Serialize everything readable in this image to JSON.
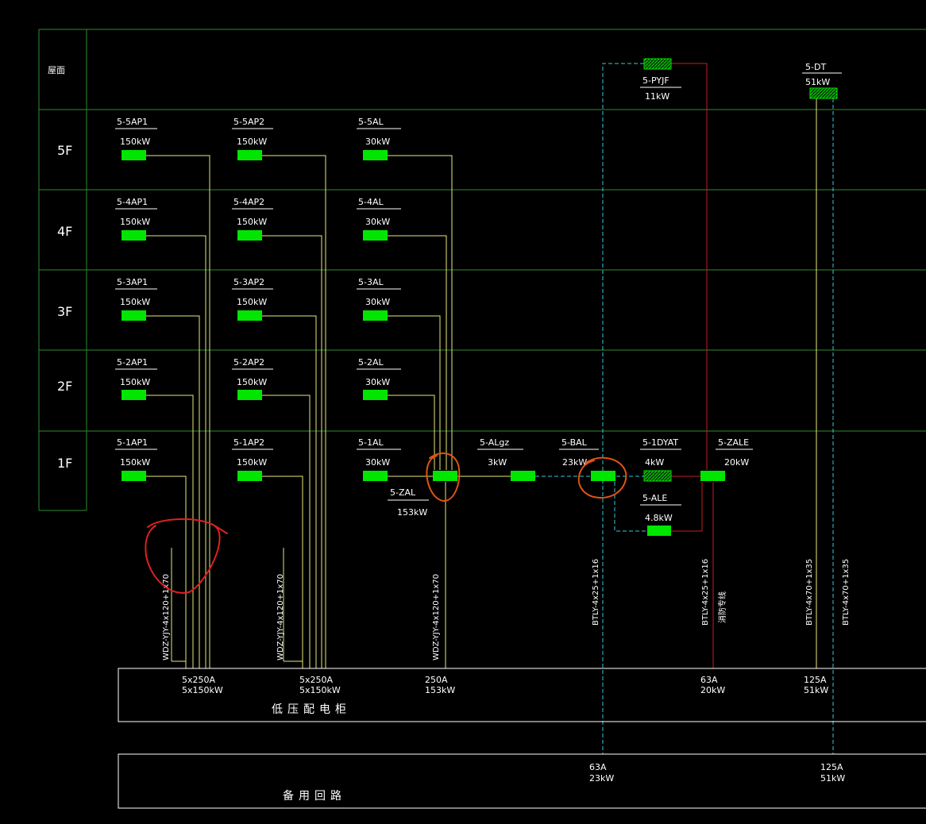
{
  "floors": [
    "屋面",
    "5F",
    "4F",
    "3F",
    "2F",
    "1F"
  ],
  "colors": {
    "background": "#000000",
    "grid": "#2e8b2e",
    "panel": "#00e600",
    "feeder": "#e8e87a",
    "fire": "#c41e1e",
    "standby": "#3cc8d8",
    "text": "#ffffff",
    "annotation": "#ff2a2a"
  },
  "panels": {
    "ap1_5": {
      "name": "5-5AP1",
      "power": "150kW"
    },
    "ap2_5": {
      "name": "5-5AP2",
      "power": "150kW"
    },
    "al_5": {
      "name": "5-5AL",
      "power": "30kW"
    },
    "ap1_4": {
      "name": "5-4AP1",
      "power": "150kW"
    },
    "ap2_4": {
      "name": "5-4AP2",
      "power": "150kW"
    },
    "al_4": {
      "name": "5-4AL",
      "power": "30kW"
    },
    "ap1_3": {
      "name": "5-3AP1",
      "power": "150kW"
    },
    "ap2_3": {
      "name": "5-3AP2",
      "power": "150kW"
    },
    "al_3": {
      "name": "5-3AL",
      "power": "30kW"
    },
    "ap1_2": {
      "name": "5-2AP1",
      "power": "150kW"
    },
    "ap2_2": {
      "name": "5-2AP2",
      "power": "150kW"
    },
    "al_2": {
      "name": "5-2AL",
      "power": "30kW"
    },
    "ap1_1": {
      "name": "5-1AP1",
      "power": "150kW"
    },
    "ap2_1": {
      "name": "5-1AP2",
      "power": "150kW"
    },
    "al_1": {
      "name": "5-1AL",
      "power": "30kW"
    },
    "zal": {
      "name": "5-ZAL",
      "power": "153kW"
    },
    "algz": {
      "name": "5-ALgz",
      "power": "3kW"
    },
    "bal": {
      "name": "5-BAL",
      "power": "23kW"
    },
    "dyat": {
      "name": "5-1DYAT",
      "power": "4kW"
    },
    "zale": {
      "name": "5-ZALE",
      "power": "20kW"
    },
    "ale": {
      "name": "5-ALE",
      "power": "4.8kW"
    },
    "pyjf": {
      "name": "5-PYJF",
      "power": "11kW"
    },
    "dt": {
      "name": "5-DT",
      "power": "51kW"
    }
  },
  "cables": {
    "c1": "WDZ-YJY-4x120+1x70",
    "c2": "WDZ-YJY-4x120+1x70",
    "c3": "WDZ-YJY-4x120+1x70",
    "c4": "BTLY-4x25+1x16",
    "c5": "BTLY-4x25+1x16",
    "c6": "消防专线",
    "c7": "BTLY-4x70+1x35",
    "c8": "BTLY-4x70+1x35"
  },
  "cabinet": {
    "title": "低压配电柜",
    "f1": {
      "a": "5x250A",
      "b": "5x150kW"
    },
    "f2": {
      "a": "5x250A",
      "b": "5x150kW"
    },
    "f3": {
      "a": "250A",
      "b": "153kW"
    },
    "f4": {
      "a": "63A",
      "b": "20kW"
    },
    "f5": {
      "a": "125A",
      "b": "51kW"
    }
  },
  "standby": {
    "title": "备用回路",
    "f1": {
      "a": "63A",
      "b": "23kW"
    },
    "f2": {
      "a": "125A",
      "b": "51kW"
    }
  }
}
